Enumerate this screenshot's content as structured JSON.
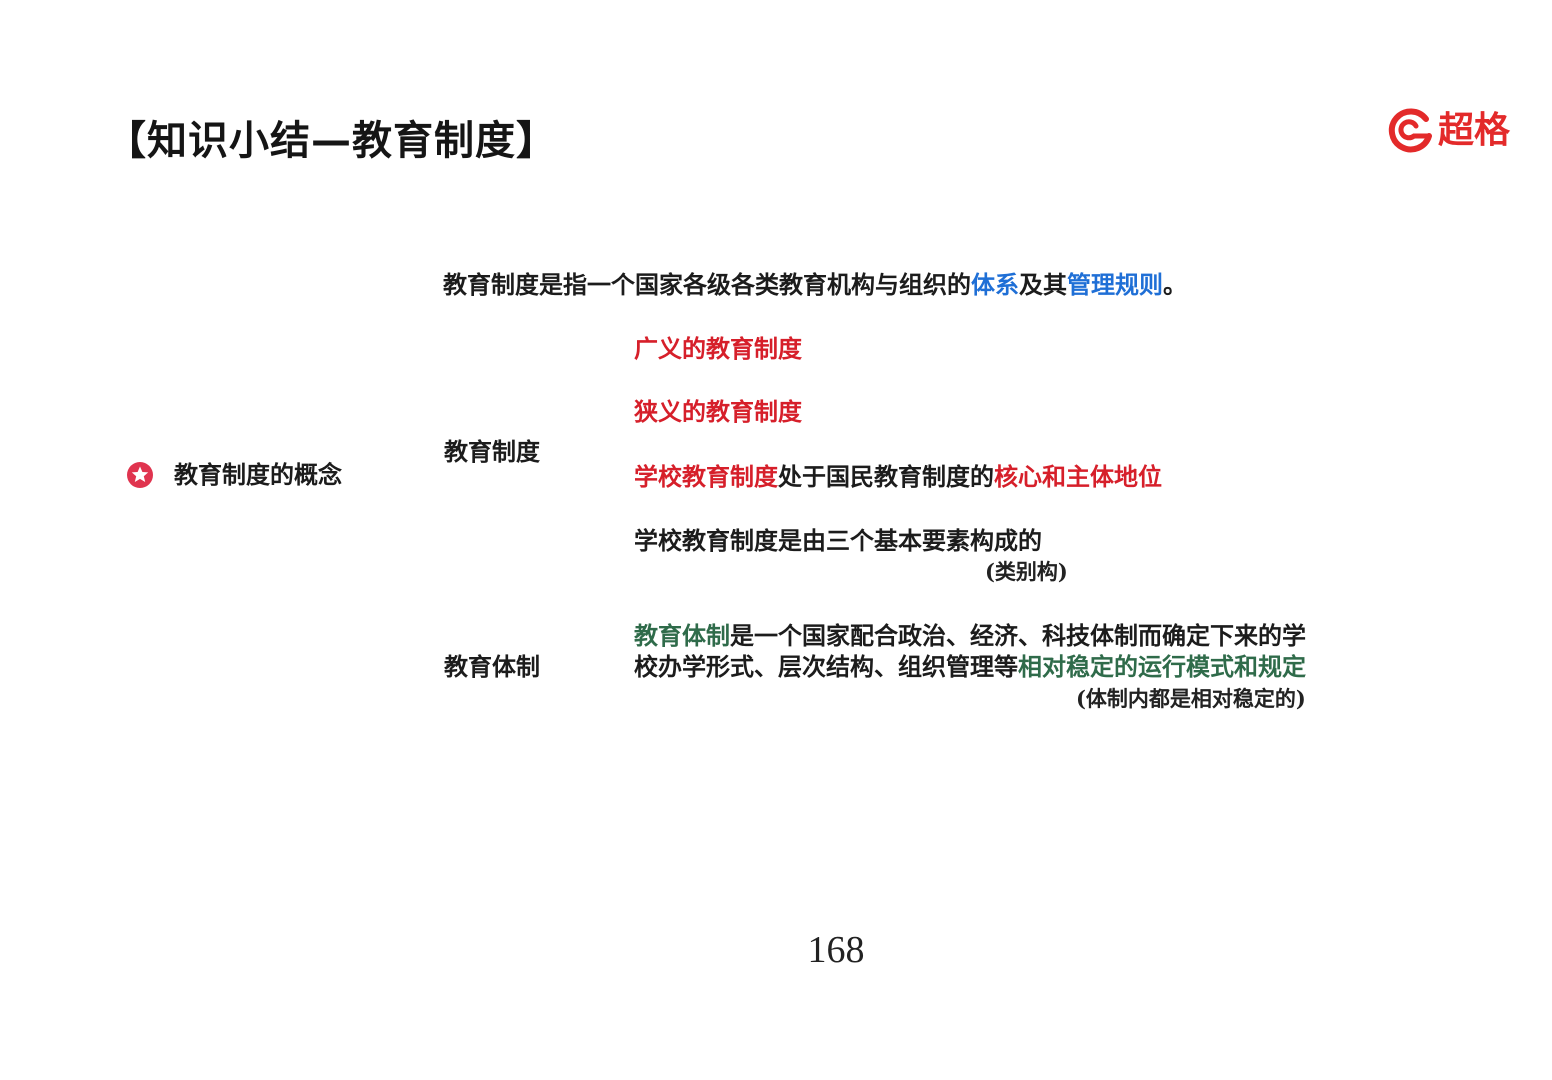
{
  "title": "【知识小结—教育制度】",
  "brand": {
    "name": "超格",
    "color": "#e32a2a"
  },
  "concept_label": "教育制度的概念",
  "definition": {
    "prefix": "教育制度是指一个国家各级各类教育机构与组织的",
    "highlight1": "体系",
    "middle": "及其",
    "highlight2": "管理规则",
    "suffix": "。"
  },
  "system": {
    "label": "教育制度",
    "broad": "广义的教育制度",
    "narrow": "狭义的教育制度",
    "school_core": {
      "red1": "学校教育制度",
      "middle": "处于国民教育制度的",
      "red2": "核心和主体地位"
    },
    "elements": "学校教育制度是由三个基本要素构成的",
    "elements_note": "(类别构)"
  },
  "institution": {
    "label": "教育体制",
    "line1_green": "教育体制",
    "line1_rest": "是一个国家配合政治、经济、科技体制而确定下来的学",
    "line2_prefix": "校办学形式、层次结构、组织管理等",
    "line2_green": "相对稳定的运行模式和规定",
    "note": "(体制内都是相对稳定的)"
  },
  "page_number": "168",
  "icons": [
    "brand-logo-icon",
    "star-bullet-icon"
  ]
}
